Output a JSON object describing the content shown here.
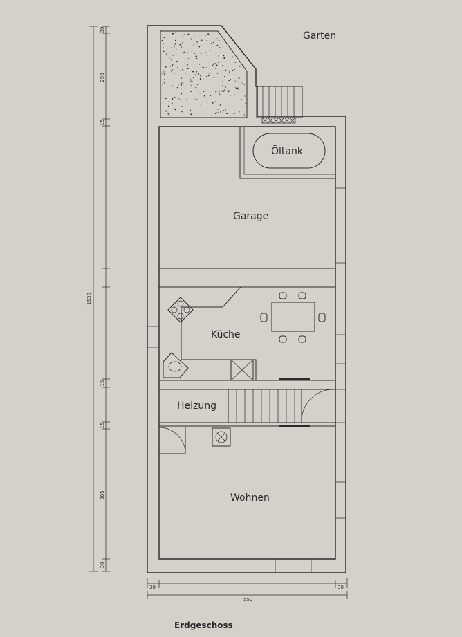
{
  "plan": {
    "title": "Erdgeschoss",
    "outside_label": "Garten",
    "rooms": {
      "oeltank": "Öltank",
      "garage": "Garage",
      "kueche": "Küche",
      "heizung": "Heizung",
      "wohnen": "Wohnen"
    },
    "dimensions": {
      "total_length": "1530",
      "segments": [
        "30",
        "250",
        "15",
        "15",
        "15",
        "385",
        "30"
      ],
      "total_width": "550",
      "wall_left": "30",
      "wall_right": "30"
    }
  },
  "colors": {
    "paper": "#d4d1cb",
    "ink": "#2a2a2a"
  }
}
